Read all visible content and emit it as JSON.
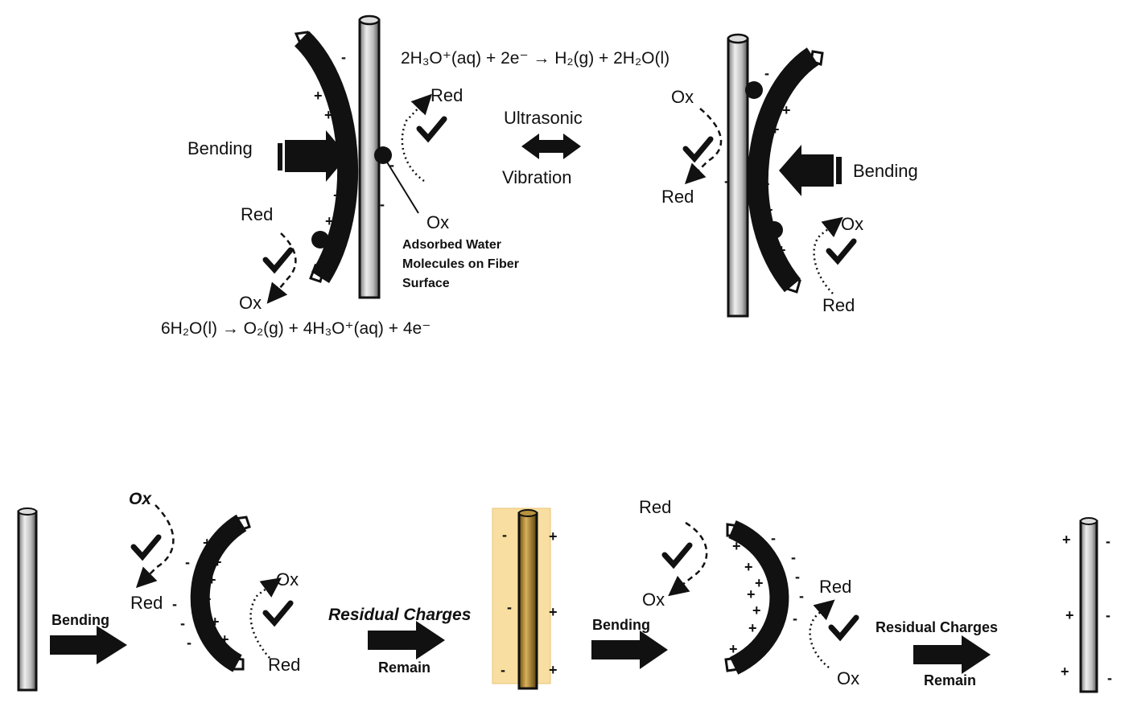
{
  "labels": {
    "bending": "Bending",
    "red": "Red",
    "ox": "Ox",
    "ultrasonic": "Ultrasonic",
    "vibration": "Vibration",
    "residual_charges": "Residual Charges",
    "remain": "Remain",
    "adsorbed_line1": "Adsorbed Water",
    "adsorbed_line2": "Molecules on Fiber",
    "adsorbed_line3": "Surface",
    "plus": "+",
    "minus": "-"
  },
  "equations": {
    "reduction": "2H₃O⁺(aq) + 2e⁻ → H₂(g) + 2H₂O(l)",
    "oxidation": "6H₂O(l) → O₂(g) + 4H₃O⁺(aq) + 4e⁻"
  },
  "colors": {
    "ink": "#111111",
    "fiber_fill": "#d9d9d9",
    "fiber_highlight": "#f2c97a",
    "highlight_box": "#f8deA0"
  }
}
